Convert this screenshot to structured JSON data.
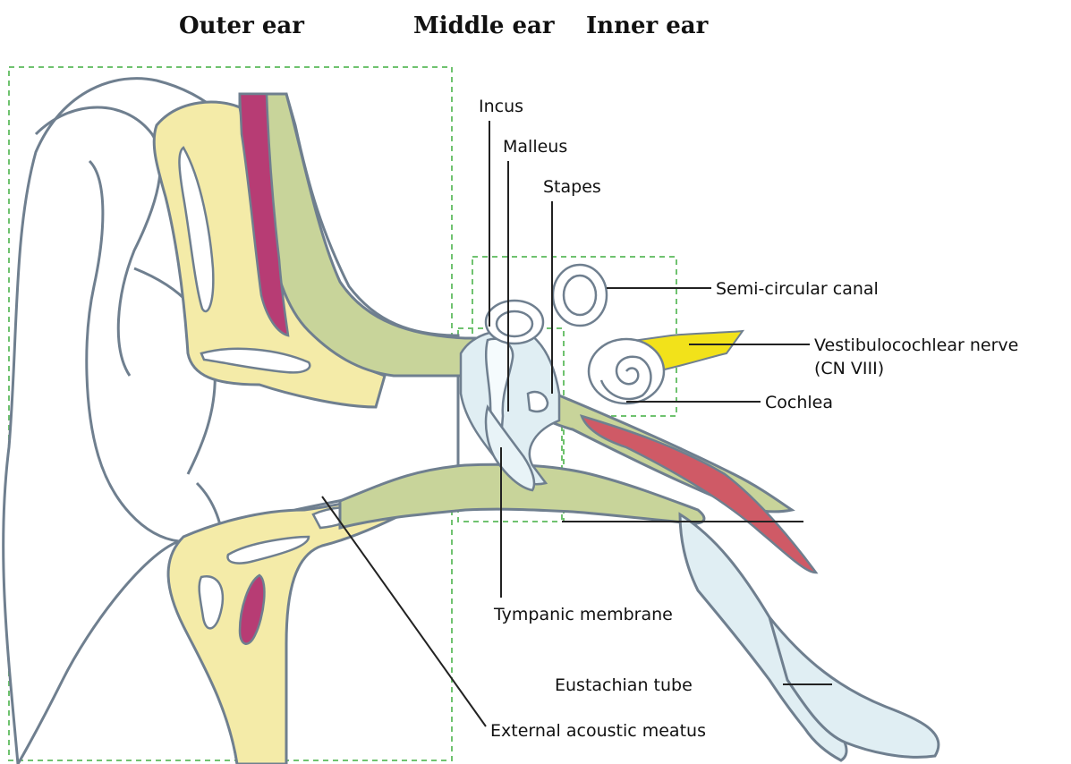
{
  "headers": {
    "outer": "Outer ear",
    "middle": "Middle ear",
    "inner": "Inner ear"
  },
  "labels": {
    "incus": "Incus",
    "malleus": "Malleus",
    "stapes": "Stapes",
    "semicircular": "Semi-circular canal",
    "nerve_line1": "Vestibulocochlear nerve",
    "nerve_line2": "(CN VIII)",
    "cochlea": "Cochlea",
    "tympanic": "Tympanic membrane",
    "eustachian": "Eustachian tube",
    "meatus": "External acoustic meatus"
  },
  "colors": {
    "cartilage": "#f4eba8",
    "bone": "#c8d49a",
    "vessel": "#b73c74",
    "muscle": "#cf5a66",
    "nerve": "#f2e21a",
    "tube": "#e0eef3",
    "outline": "#6f7f8f",
    "region_box": "#6fc26f"
  }
}
